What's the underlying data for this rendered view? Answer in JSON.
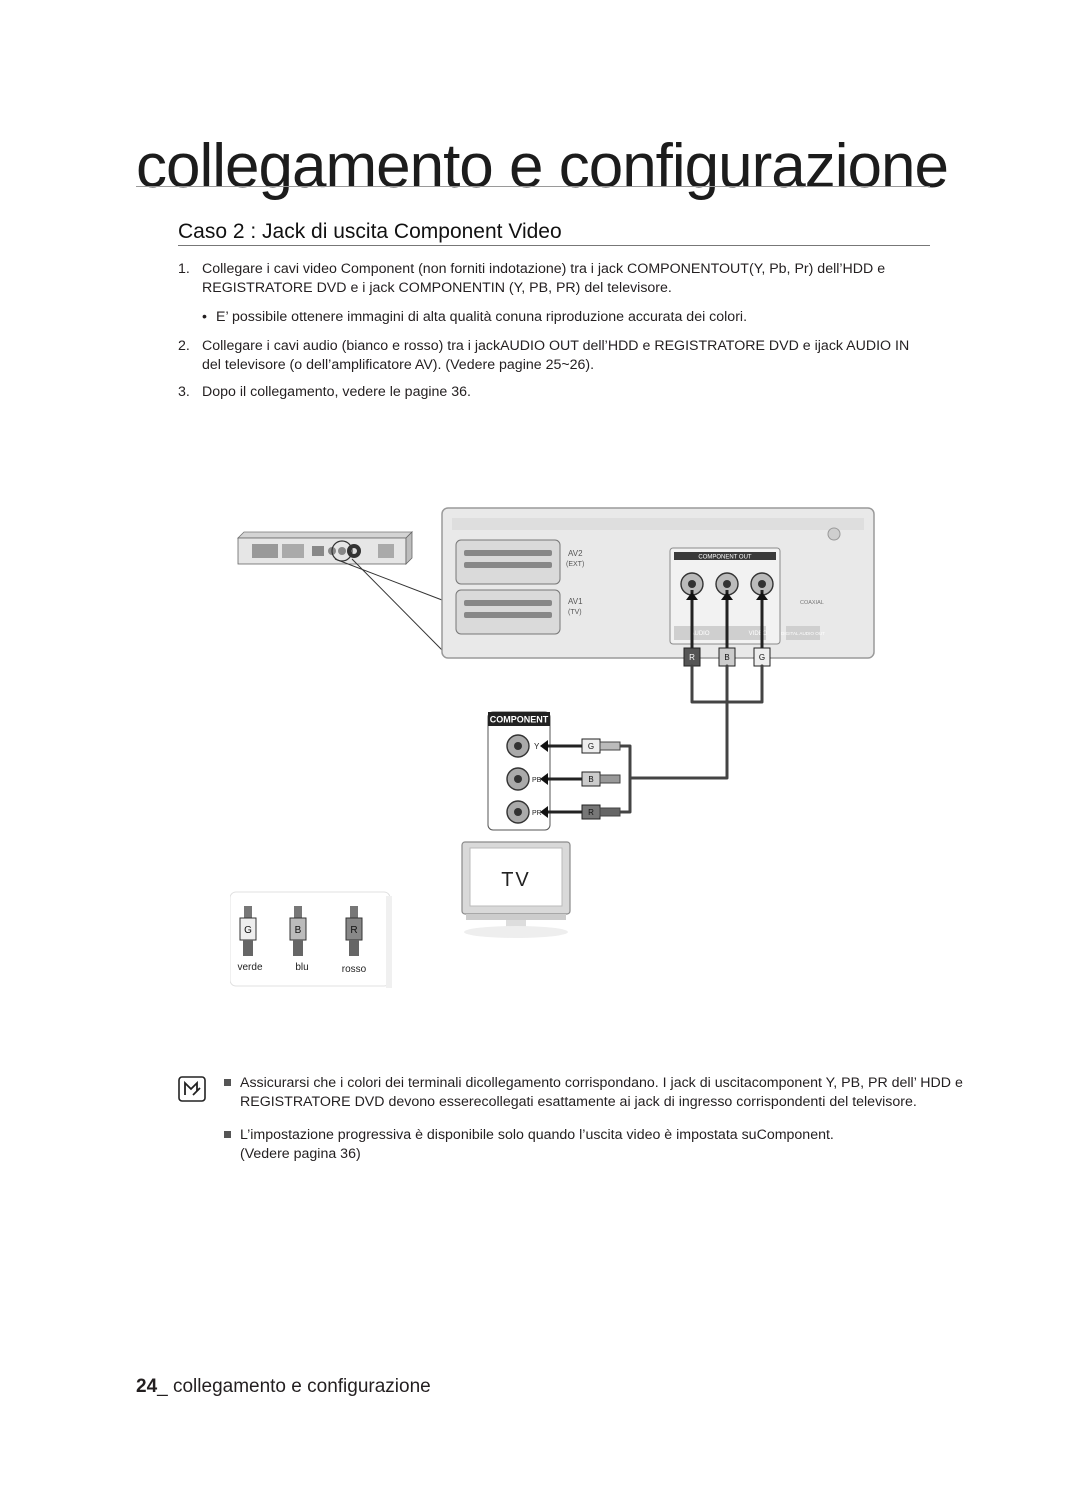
{
  "header": {
    "chapter_title": "collegamento e configurazione",
    "section_title": "Caso 2 : Jack di uscita Component Video"
  },
  "steps": [
    {
      "number": "1.",
      "lines": [
        "Collegare i cavi video Component (non forniti indotazione) tra i jack COMPONENTOUT(Y, Pb, Pr) dell’HDD e",
        "REGISTRATORE DVD e i jack COMPONENTIN (Y, PB, PR) del televisore."
      ]
    },
    {
      "bullet": "•",
      "text": "E’ possibile ottenere immagini di alta qualità conuna riproduzione accurata dei colori."
    },
    {
      "number": "2.",
      "lines": [
        "Collegare i cavi audio (bianco e rosso) tra i jackAUDIO OUT dell’HDD e REGISTRATORE DVD e ijack AUDIO IN",
        "del televisore (o dell’amplificatore AV). (Vedere pagine 25~26)."
      ]
    },
    {
      "number": "3.",
      "lines": [
        "Dopo il collegamento, vedere le pagine 36."
      ]
    }
  ],
  "diagram": {
    "component_out_label": "COMPONENT OUT",
    "av2_label": "AV2",
    "av2_sub": "(EXT)",
    "av1_label": "AV1",
    "av1_sub": "(TV)",
    "coaxial_label": "COAXIAL",
    "audio_label": "AUDIO",
    "video_label": "VIDEO",
    "digital_audio_out_label": "DIGITAL AUDIO OUT",
    "plug_r": "R",
    "plug_b": "B",
    "plug_g": "G",
    "component_panel_label": "COMPONENT",
    "jack_y": "Y",
    "jack_pb": "PB",
    "jack_pr": "PR",
    "tv_label": "TV",
    "legend": [
      {
        "letter": "G",
        "name": "verde"
      },
      {
        "letter": "B",
        "name": "blu"
      },
      {
        "letter": "R",
        "name": "rosso"
      }
    ]
  },
  "notes": {
    "icon": "note-icon",
    "items": [
      {
        "lines": [
          "Assicurarsi che i colori dei terminali dicollegamento corrispondano. I jack di uscitacomponent Y, PB, PR dell’ HDD e",
          "REGISTRATORE DVD devono esserecollegati esattamente ai jack di ingresso corrispondenti del televisore."
        ]
      },
      {
        "lines": [
          "L’impostazione progressiva è disponibile solo quando l’uscita video è impostata suComponent.",
          "(Vedere pagina 36)"
        ]
      }
    ]
  },
  "footer": {
    "page_number": "24",
    "text": "_ collegamento e configurazione"
  }
}
